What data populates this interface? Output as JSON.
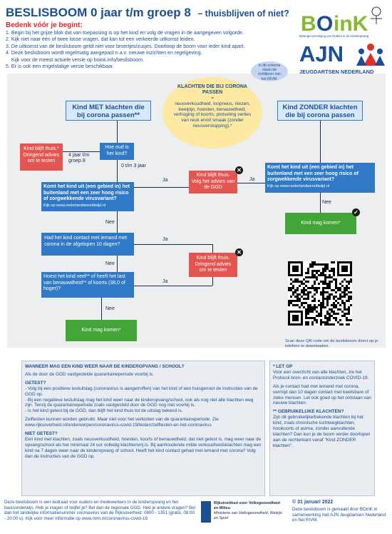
{
  "header": {
    "title": "BESLISBOOM 0 jaar t/m groep 8",
    "subtitle": "– thuisblijven of niet?",
    "bedenk": "Bedenk vóór je begint:",
    "instructions": [
      "1. Begin bij het grijze blok dat van toepassing is op het kind en volg de vragen in de aangegeven volgorde.",
      "2. Kijk niet naar één of twee losse vragen, dat kan tot een verkeerde uitkomst leiden.",
      "3. De uitkomst van de beslisboom geldt niet voor broertjes/zusjes. Doorloop de boom voor ieder kind apart.",
      "4. Deze beslisboom wordt regelmatig aangepast n.a.v. nieuwe inzichten en regelgeving.",
      "    Kijk voor de meest actuele versie op boink.info/beslisboom.",
      "5. Er is ook een engelstalige versie beschikbaar."
    ]
  },
  "logos": {
    "boink": "BOinK",
    "boink_tagline": "Belangenvereniging van Ouders in de Kinderopvang",
    "ajn": "AJN",
    "ajn_tagline": "JEUGDARTSEN NEDERLAND"
  },
  "flow": {
    "note_bubble": "In dit schema staan de richtlijnen van het RIVM.",
    "oval_title": "KLACHTEN DIE BIJ CORONA PASSEN",
    "oval_eq": "=",
    "oval_text": "neusverkoudheid, loopneus, niezen, keelpijn, hoesten, benauwdheid, verhoging of koorts, plotseling verlies van reuk en/of smaak (zonder neusverstopping).*",
    "met_header": "Kind MET klachten die bij corona passen**",
    "zonder_header": "Kind ZONDER klachten die bij corona passen",
    "q_age": "Hoe oud is het kind?",
    "age_old": "4 jaar t/m groep 8",
    "age_young": "0 t/m 3 jaar",
    "stay_test": "Kind blijft thuis.* Dringend advies om te testen",
    "q_abroad": "Komt het kind uit (een gebied in) het buitenland met een zeer hoog risico of zorgwekkende virusvariant?",
    "abroad_link": "Kijk op www.nederlandwereldwijd.nl",
    "ja": "Ja",
    "nee": "Nee",
    "stay_ggd": "Kind blijft thuis. Volg het advies van de GGD",
    "q_abroad_r": "Komt het kind uit (een gebied in) het buitenland met een zeer hoog risico of zorgwekkende virusvariant?",
    "abroad_link_r": "Kijk op www.nederlandwereldwijd.nl",
    "may_come": "Kind mag komen*",
    "q_contact": "Had het kind contact met iemand met corona in de afgelopen 10 dagen?",
    "stay_test2": "Kind blijft thuis. Dringend advies om te testen",
    "q_cough": "Hoest het kind veel** of heeft het last van benauwdheid** of koorts (38,0 of hoger)?",
    "may_come2": "Kind mag komen*",
    "qr_caption": "Scan deze QR code om de beslisboom direct op je telefoon te downloaden."
  },
  "panel_left": {
    "heading": "WANNEER MAG EEN KIND WEER NAAR DE KINDEROPVANG / SCHOOL?",
    "intro": "Als de door de GGD vastgestelde quarantaineperiode voorbij is.",
    "getest": "GETEST?",
    "g1": "- Volg bij een positieve testuitslag (coronavirus is aangetroffen) van het kind of een huisgenoot de instructies van de GGD op.",
    "g2": "- Bij een negatieve testuitslag mag het kind weer naar de kinderopvang/school, ook als nog niet alle klachten weg zijn. Tenzij de quarantaineperiode zoals vastgesteld door de GGD nog niet voorbij is.",
    "g3": "- Is het kind getest bij de GGD, dan blijft het kind thuis tot de uitslag bekend is.",
    "zelftest": "Zelftesten kunnen worden gebruikt. Maar niet voor het verkorten van de quarantaineperiode. Zie www.rijksoverheid.nl/onderwerpen/coronavirus-covid-19/testen/zelftesten-en-het-coronavirus",
    "nietgetest": "NIET GETEST?",
    "ng": "Een kind met klachten, zoals neusverkoudheid, hoesten, koorts of benauwdheid, dat niet getest is, mag weer naar de opvang/school als het minimaal 24 uur volledig klachtenvrij is. Bij aanhoudende milde verkoudheidsklachten mag een kind na 7 dagen weer naar de kinderopvang of school. Heeft het kind contact gehad met iemand met corona? Volg dan de instructies van de GGD op."
  },
  "panel_right": {
    "op_h": "* LET OP",
    "op": "Voor een overzicht van alle klachten, zie het Protocol bron- en contactonderzoek COVID-19.",
    "op2": "Als je contact had met iemand met corona, vermijd dan 10 dagen contact met kwetsbare of zieke mensen. Let ook goed op het ontstaan van nieuwe klachten.",
    "geb_h": "** GEBRUIKELIJKE KLACHTEN?",
    "geb": "Zijn dit gebruikelijke/bekende klachten bij het kind, zoals chronische luchtwegklachten, hooikoorts of astma, zonder aanvullende klachten? Dan kun je de boom verder doorlopen aan de rechterkant vanaf \"Kind ZONDER klachten\"."
  },
  "footer": {
    "left": "Deze beslisboom is een leidraad voor ouders en medewerkers in de kinderopvang en het basisonderwijs. Heb je vragen of twijfel je? Bel dan de regionale GGD. Heb je andere vragen? Bel dan het landelijke informatienummer coronavirus van de Rijksoverheid: 0800 - 1351 (gratis, 08:00 - 20:00 u). Kijk voor meer informatie op www.rivm.nl/coronavirus-covid-19.",
    "rivm": "Rijksinstituut voor Volksgezondheid en Milieu",
    "rivm2": "Ministerie van Volksgezondheid, Welzijn en Sport",
    "date": "© 31 januari 2022",
    "right": "Deze beslisboom is gemaakt door BOinK in samenwerking met AJN Jeugdartsen Nederland en het RIVM."
  }
}
